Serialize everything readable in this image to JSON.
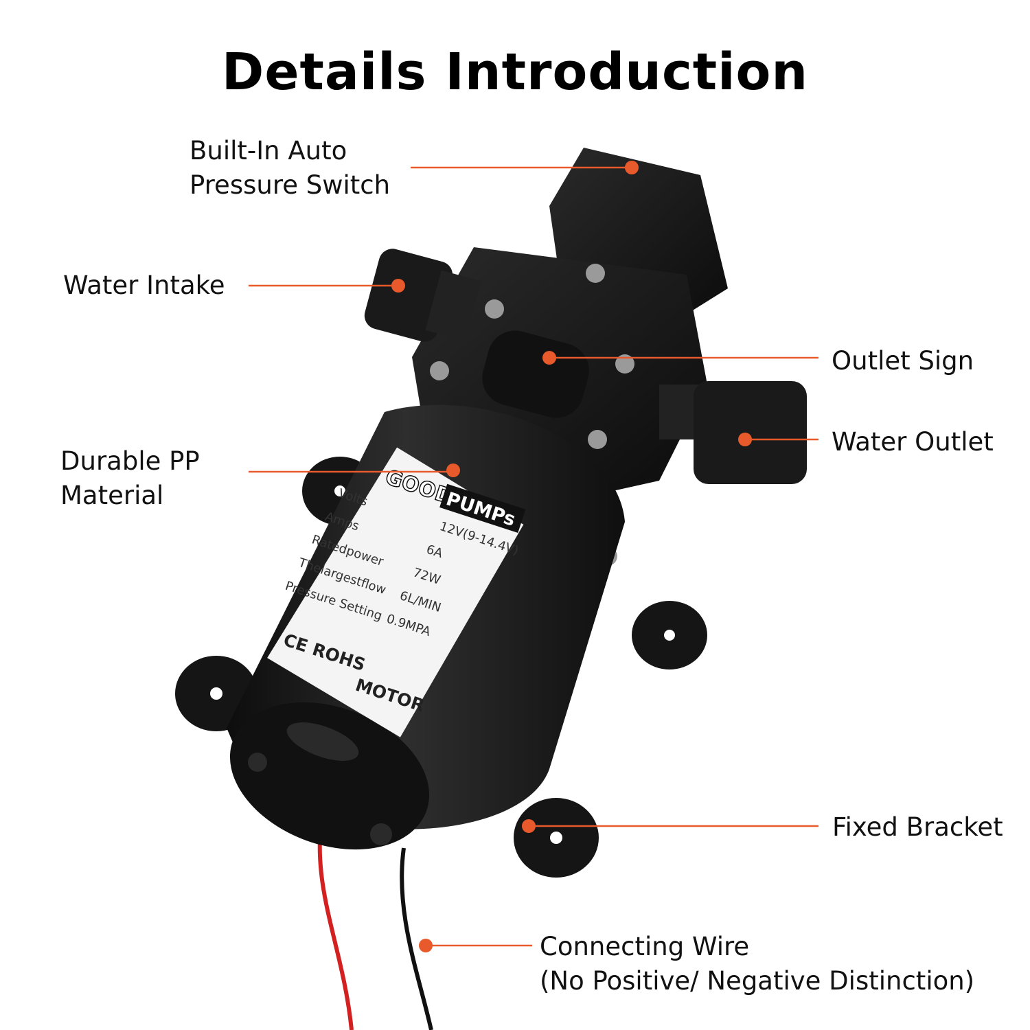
{
  "title": "Details Introduction",
  "callouts": {
    "auto_pressure_switch": {
      "line1": "Built-In Auto",
      "line2": "Pressure Switch"
    },
    "water_intake": {
      "line1": "Water Intake"
    },
    "outlet_sign": {
      "line1": "Outlet Sign"
    },
    "water_outlet": {
      "line1": "Water Outlet"
    },
    "pp_material": {
      "line1": "Durable PP",
      "line2": "Material"
    },
    "fixed_bracket": {
      "line1": "Fixed Bracket"
    },
    "connecting_wire": {
      "line1": "Connecting Wire",
      "line2": "(No Positive/ Negative Distinction)"
    }
  },
  "pump_label": {
    "brand_left": "GOOD",
    "brand_right": "PUMPs",
    "specs": [
      {
        "key": "Volts",
        "value": "12V(9-14.4V)"
      },
      {
        "key": "Amps",
        "value": "6A"
      },
      {
        "key": "Ratedpower",
        "value": "72W"
      },
      {
        "key": "Thelargestflow",
        "value": "6L/MIN"
      },
      {
        "key": "Pressure Setting",
        "value": "0.9MPA"
      }
    ],
    "cert": "CE ROHS",
    "footer": "MOTOR"
  },
  "colors": {
    "accent": "#e8592b",
    "pump_body": "#1c1c1c",
    "wire_red": "#d32020",
    "wire_black": "#111111"
  }
}
